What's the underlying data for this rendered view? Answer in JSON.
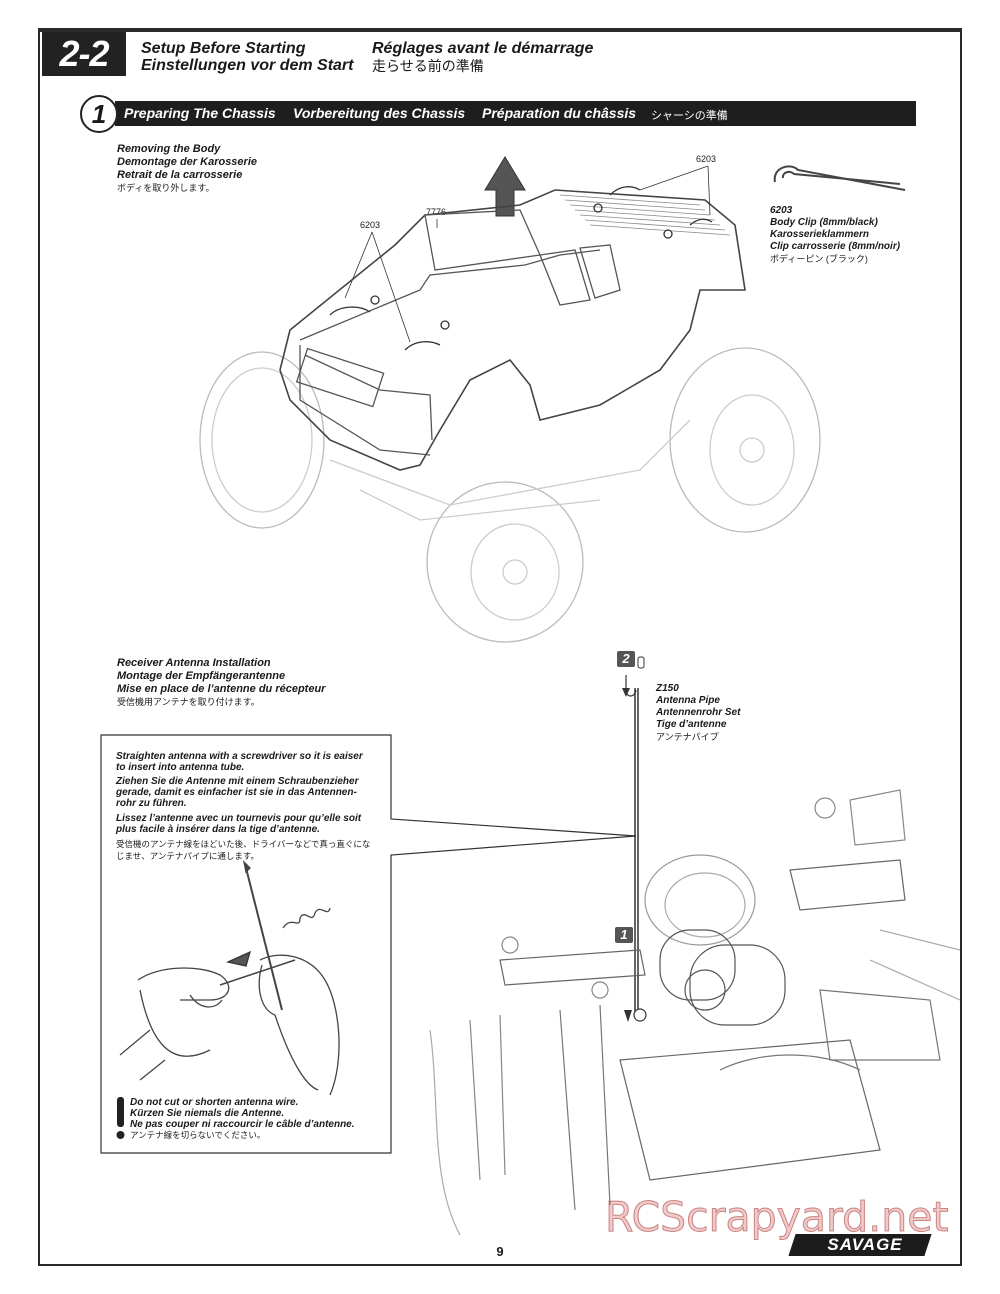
{
  "header": {
    "step": "2-2",
    "title_en": "Setup Before Starting",
    "title_de": "Einstellungen vor dem Start",
    "title_fr": "Réglages avant le démarrage",
    "title_jp": "走らせる前の準備"
  },
  "section": {
    "number": "1",
    "title_en": "Preparing The Chassis",
    "title_de": "Vorbereitung des Chassis",
    "title_fr": "Préparation du châssis",
    "title_jp": "シャーシの準備"
  },
  "body_removal": {
    "line_en": "Removing the Body",
    "line_de": "Demontage der Karosserie",
    "line_fr": "Retrait de la carrosserie",
    "line_jp": "ボディを取り外します。",
    "part_body": "7776",
    "part_clip_left": "6203",
    "part_clip_right": "6203"
  },
  "body_clip": {
    "number": "6203",
    "name_en": "Body Clip (8mm/black)",
    "name_de": "Karosserieklammern",
    "name_fr": "Clip carrosserie (8mm/noir)",
    "name_jp": "ボディーピン (ブラック)"
  },
  "antenna": {
    "line_en": "Receiver Antenna Installation",
    "line_de": "Montage der Empfängerantenne",
    "line_fr": "Mise en place de l’antenne du récepteur",
    "line_jp": "受信機用アンテナを取り付けます。",
    "step_a": "2",
    "step_b": "1"
  },
  "antenna_pipe": {
    "number": "Z150",
    "name_en": "Antenna Pipe",
    "name_de": "Antennenrohr Set",
    "name_fr": "Tige d’antenne",
    "name_jp": "アンテナパイプ"
  },
  "callout": {
    "en_1": "Straighten antenna with a screwdriver so it is eaiser",
    "en_2": "to insert into antenna tube.",
    "de_1": "Ziehen Sie die Antenne mit einem Schraubenzieher",
    "de_2": "gerade, damit es einfacher ist sie in das Antennen-",
    "de_3": "rohr zu führen.",
    "fr_1": "Lissez l’antenne avec un tournevis pour qu’elle soit",
    "fr_2": "plus facile à insérer dans la tige d’antenne.",
    "jp_1": "受信機のアンテナ線をほどいた後、ドライバーなどで真っ直ぐにな",
    "jp_2": "じませ、アンテナパイプに通します。"
  },
  "warning": {
    "en": "Do not cut or shorten antenna wire.",
    "de": "Kürzen Sie niemals die Antenne.",
    "fr": "Ne pas couper ni raccourcir le câble d’antenne.",
    "jp": "アンテナ線を切らないでください。"
  },
  "footer": {
    "page": "9",
    "logo": "SAVAGE",
    "watermark": "RCScrapyard.net"
  }
}
